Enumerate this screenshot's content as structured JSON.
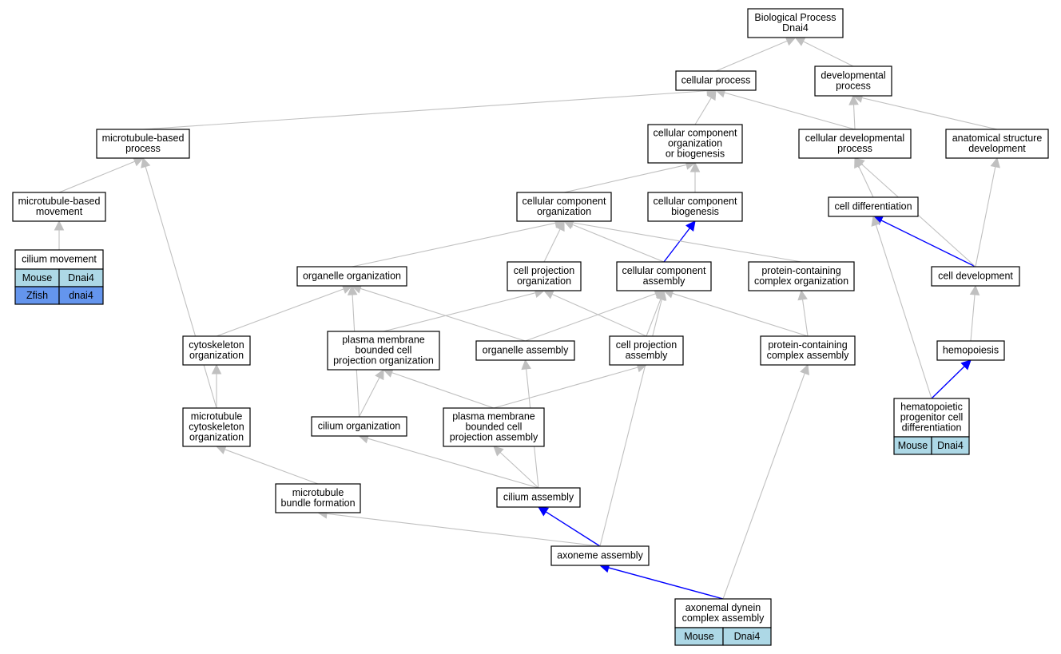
{
  "colors": {
    "edge_gray": "#c0c0c0",
    "edge_blue": "#0000ff",
    "mouse_cell": "#add8e6",
    "zfish_cell": "#6495ed",
    "node_fill": "#ffffff",
    "node_border": "#000000"
  },
  "nodes": [
    {
      "id": "biological-process",
      "lines": [
        "Biological Process",
        "Dnai4"
      ]
    },
    {
      "id": "cellular-process",
      "lines": [
        "cellular process"
      ]
    },
    {
      "id": "developmental-process",
      "lines": [
        "developmental",
        "process"
      ]
    },
    {
      "id": "microtubule-based-process",
      "lines": [
        "microtubule-based",
        "process"
      ]
    },
    {
      "id": "cellular-component-organization-or-biogenesis",
      "lines": [
        "cellular component",
        "organization",
        "or biogenesis"
      ]
    },
    {
      "id": "cellular-developmental-process",
      "lines": [
        "cellular developmental",
        "process"
      ]
    },
    {
      "id": "anatomical-structure-development",
      "lines": [
        "anatomical structure",
        "development"
      ]
    },
    {
      "id": "microtubule-based-movement",
      "lines": [
        "microtubule-based",
        "movement"
      ]
    },
    {
      "id": "cellular-component-organization",
      "lines": [
        "cellular component",
        "organization"
      ]
    },
    {
      "id": "cellular-component-biogenesis",
      "lines": [
        "cellular component",
        "biogenesis"
      ]
    },
    {
      "id": "cell-differentiation",
      "lines": [
        "cell differentiation"
      ]
    },
    {
      "id": "cilium-movement",
      "lines": [
        "cilium movement"
      ],
      "genes": [
        [
          "Mouse",
          "Dnai4"
        ],
        [
          "Zfish",
          "dnai4"
        ]
      ]
    },
    {
      "id": "organelle-organization",
      "lines": [
        "organelle organization"
      ]
    },
    {
      "id": "cell-projection-organization",
      "lines": [
        "cell projection",
        "organization"
      ]
    },
    {
      "id": "cellular-component-assembly",
      "lines": [
        "cellular component",
        "assembly"
      ]
    },
    {
      "id": "protein-containing-complex-organization",
      "lines": [
        "protein-containing",
        "complex organization"
      ]
    },
    {
      "id": "cell-development",
      "lines": [
        "cell development"
      ]
    },
    {
      "id": "cytoskeleton-organization",
      "lines": [
        "cytoskeleton",
        "organization"
      ]
    },
    {
      "id": "plasma-membrane-bounded-cell-projection-organization",
      "lines": [
        "plasma membrane",
        "bounded cell",
        "projection organization"
      ]
    },
    {
      "id": "organelle-assembly",
      "lines": [
        "organelle assembly"
      ]
    },
    {
      "id": "cell-projection-assembly",
      "lines": [
        "cell projection",
        "assembly"
      ]
    },
    {
      "id": "protein-containing-complex-assembly",
      "lines": [
        "protein-containing",
        "complex assembly"
      ]
    },
    {
      "id": "hemopoiesis",
      "lines": [
        "hemopoiesis"
      ]
    },
    {
      "id": "microtubule-cytoskeleton-organization",
      "lines": [
        "microtubule",
        "cytoskeleton",
        "organization"
      ]
    },
    {
      "id": "cilium-organization",
      "lines": [
        "cilium organization"
      ]
    },
    {
      "id": "plasma-membrane-bounded-cell-projection-assembly",
      "lines": [
        "plasma membrane",
        "bounded cell",
        "projection assembly"
      ]
    },
    {
      "id": "hematopoietic-progenitor-cell-differentiation",
      "lines": [
        "hematopoietic",
        "progenitor cell",
        "differentiation"
      ],
      "genes": [
        [
          "Mouse",
          "Dnai4"
        ]
      ]
    },
    {
      "id": "microtubule-bundle-formation",
      "lines": [
        "microtubule",
        "bundle formation"
      ]
    },
    {
      "id": "cilium-assembly",
      "lines": [
        "cilium assembly"
      ]
    },
    {
      "id": "axoneme-assembly",
      "lines": [
        "axoneme assembly"
      ]
    },
    {
      "id": "axonemal-dynein-complex-assembly",
      "lines": [
        "axonemal dynein",
        "complex assembly"
      ],
      "genes": [
        [
          "Mouse",
          "Dnai4"
        ]
      ]
    }
  ],
  "edges": [
    {
      "from": "cellular-process",
      "to": "biological-process",
      "color": "gray"
    },
    {
      "from": "developmental-process",
      "to": "biological-process",
      "color": "gray"
    },
    {
      "from": "microtubule-based-process",
      "to": "cellular-process",
      "color": "gray"
    },
    {
      "from": "cellular-component-organization-or-biogenesis",
      "to": "cellular-process",
      "color": "gray"
    },
    {
      "from": "cellular-developmental-process",
      "to": "cellular-process",
      "color": "gray"
    },
    {
      "from": "cellular-developmental-process",
      "to": "developmental-process",
      "color": "gray"
    },
    {
      "from": "anatomical-structure-development",
      "to": "developmental-process",
      "color": "gray"
    },
    {
      "from": "microtubule-based-movement",
      "to": "microtubule-based-process",
      "color": "gray"
    },
    {
      "from": "cellular-component-organization",
      "to": "cellular-component-organization-or-biogenesis",
      "color": "gray"
    },
    {
      "from": "cellular-component-biogenesis",
      "to": "cellular-component-organization-or-biogenesis",
      "color": "gray"
    },
    {
      "from": "cell-differentiation",
      "to": "cellular-developmental-process",
      "color": "gray"
    },
    {
      "from": "cilium-movement",
      "to": "microtubule-based-movement",
      "color": "gray"
    },
    {
      "from": "organelle-organization",
      "to": "cellular-component-organization",
      "color": "gray"
    },
    {
      "from": "cell-projection-organization",
      "to": "cellular-component-organization",
      "color": "gray"
    },
    {
      "from": "cellular-component-assembly",
      "to": "cellular-component-organization",
      "color": "gray"
    },
    {
      "from": "cellular-component-assembly",
      "to": "cellular-component-biogenesis",
      "color": "blue"
    },
    {
      "from": "protein-containing-complex-organization",
      "to": "cellular-component-organization",
      "color": "gray"
    },
    {
      "from": "cell-development",
      "to": "cell-differentiation",
      "color": "blue"
    },
    {
      "from": "cell-development",
      "to": "cellular-developmental-process",
      "color": "gray"
    },
    {
      "from": "cell-development",
      "to": "anatomical-structure-development",
      "color": "gray"
    },
    {
      "from": "cytoskeleton-organization",
      "to": "organelle-organization",
      "color": "gray"
    },
    {
      "from": "plasma-membrane-bounded-cell-projection-organization",
      "to": "cell-projection-organization",
      "color": "gray"
    },
    {
      "from": "organelle-assembly",
      "to": "organelle-organization",
      "color": "gray"
    },
    {
      "from": "organelle-assembly",
      "to": "cellular-component-assembly",
      "color": "gray"
    },
    {
      "from": "cell-projection-assembly",
      "to": "cell-projection-organization",
      "color": "gray"
    },
    {
      "from": "cell-projection-assembly",
      "to": "cellular-component-assembly",
      "color": "gray"
    },
    {
      "from": "protein-containing-complex-assembly",
      "to": "protein-containing-complex-organization",
      "color": "gray"
    },
    {
      "from": "protein-containing-complex-assembly",
      "to": "cellular-component-assembly",
      "color": "gray"
    },
    {
      "from": "hemopoiesis",
      "to": "cell-development",
      "color": "gray"
    },
    {
      "from": "microtubule-cytoskeleton-organization",
      "to": "cytoskeleton-organization",
      "color": "gray"
    },
    {
      "from": "microtubule-cytoskeleton-organization",
      "to": "microtubule-based-process",
      "color": "gray"
    },
    {
      "from": "cilium-organization",
      "to": "plasma-membrane-bounded-cell-projection-organization",
      "color": "gray"
    },
    {
      "from": "cilium-organization",
      "to": "organelle-organization",
      "color": "gray"
    },
    {
      "from": "plasma-membrane-bounded-cell-projection-assembly",
      "to": "plasma-membrane-bounded-cell-projection-organization",
      "color": "gray"
    },
    {
      "from": "plasma-membrane-bounded-cell-projection-assembly",
      "to": "cell-projection-assembly",
      "color": "gray"
    },
    {
      "from": "hematopoietic-progenitor-cell-differentiation",
      "to": "hemopoiesis",
      "color": "blue"
    },
    {
      "from": "hematopoietic-progenitor-cell-differentiation",
      "to": "cell-differentiation",
      "color": "gray"
    },
    {
      "from": "microtubule-bundle-formation",
      "to": "microtubule-cytoskeleton-organization",
      "color": "gray"
    },
    {
      "from": "cilium-assembly",
      "to": "cilium-organization",
      "color": "gray"
    },
    {
      "from": "cilium-assembly",
      "to": "plasma-membrane-bounded-cell-projection-assembly",
      "color": "gray"
    },
    {
      "from": "cilium-assembly",
      "to": "organelle-assembly",
      "color": "gray"
    },
    {
      "from": "axoneme-assembly",
      "to": "cilium-assembly",
      "color": "blue"
    },
    {
      "from": "axoneme-assembly",
      "to": "microtubule-bundle-formation",
      "color": "gray"
    },
    {
      "from": "axoneme-assembly",
      "to": "cellular-component-assembly",
      "color": "gray"
    },
    {
      "from": "axonemal-dynein-complex-assembly",
      "to": "axoneme-assembly",
      "color": "blue"
    },
    {
      "from": "axonemal-dynein-complex-assembly",
      "to": "protein-containing-complex-assembly",
      "color": "gray"
    }
  ]
}
